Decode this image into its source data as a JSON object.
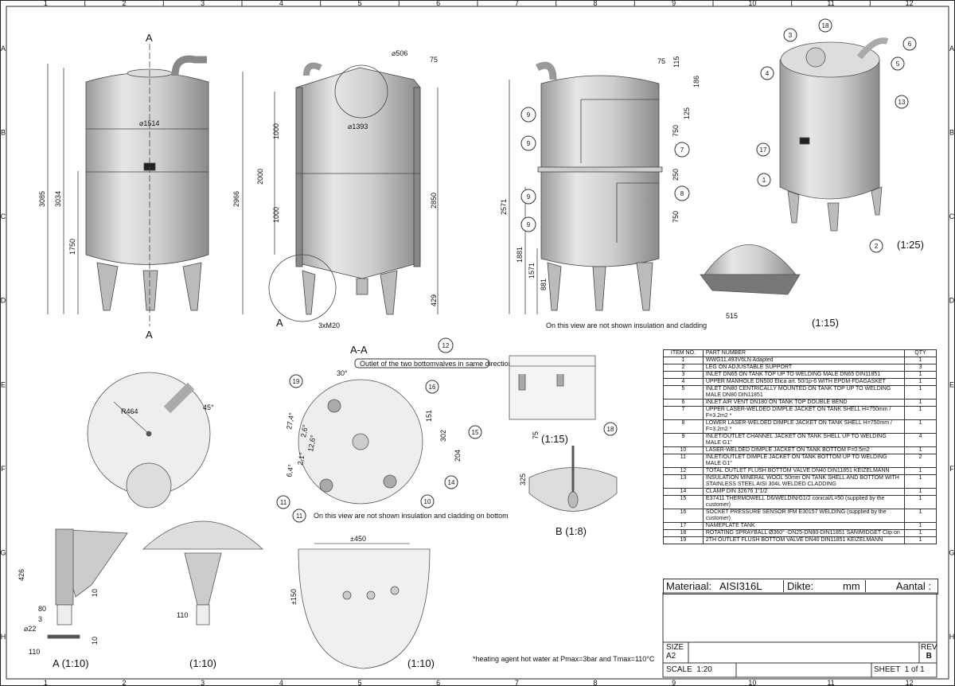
{
  "frame": {
    "columns": [
      "1",
      "2",
      "3",
      "4",
      "5",
      "6",
      "7",
      "8",
      "9",
      "10",
      "11",
      "12"
    ],
    "rows": [
      "A",
      "B",
      "C",
      "D",
      "E",
      "F",
      "G",
      "H"
    ]
  },
  "view_front": {
    "section_mark": "A",
    "dia": "⌀1514",
    "h1": "3085",
    "h2": "3034",
    "h3": "1750"
  },
  "view_section": {
    "dia_top": "⌀506",
    "d75": "75",
    "dia": "⌀1393",
    "d1000a": "1000",
    "d2000": "2000",
    "d1000b": "1000",
    "h2966": "2966",
    "h2850": "2850",
    "d429": "429",
    "bolts": "3xM20",
    "mark": "A"
  },
  "view_side": {
    "d75": "75",
    "d115": "115",
    "d186": "186",
    "d125": "125",
    "d750a": "750",
    "d250": "250",
    "d750b": "750",
    "h2571": "2571",
    "h1881": "1881",
    "h1571": "1571",
    "h881": "881",
    "note": "On this view are not shown insulation and cladding",
    "balloons": [
      "9",
      "9",
      "9",
      "9",
      "7",
      "8",
      "12"
    ]
  },
  "view_iso": {
    "balloons": [
      "3",
      "18",
      "6",
      "4",
      "5",
      "13",
      "17",
      "1",
      "2"
    ],
    "scale": "(1:25)"
  },
  "detail_115": {
    "scale": "(1:15)",
    "dim": "515"
  },
  "view_top": {
    "radius": "R464",
    "angle": "45°"
  },
  "section_aa": {
    "title": "A-A",
    "callout": "Outlet of the two bottomvalves in same direction",
    "angle": "30°",
    "a1": "27,4°",
    "a2": "2,6°",
    "a3": "12,6°",
    "a4": "2,1°",
    "a5": "6,4°",
    "d151": "151",
    "d302": "302",
    "d204": "204",
    "balloons": [
      "19",
      "16",
      "15",
      "14",
      "10",
      "11",
      "11"
    ],
    "note": "On this view are not shown insulation and cladding on bottom"
  },
  "detail_b": {
    "scale_small": "(1:15)",
    "balloon": "18",
    "d75": "75",
    "d325": "325",
    "title": "B (1:8)"
  },
  "detail_leg": {
    "d426": "426",
    "d10a": "10",
    "d80": "80",
    "d3": "3",
    "dia22": "⌀22",
    "d10b": "10",
    "d110": "110",
    "title": "A (1:10)"
  },
  "detail_foot": {
    "d110": "110",
    "title": "(1:10)"
  },
  "detail_bottom": {
    "d450": "±450",
    "d150": "±150",
    "title": "(1:10)"
  },
  "footnote": "*heating agent hot water at Pmax=3bar and Tmax=110°C",
  "parts_table": {
    "headers": [
      "ITEM NO.",
      "PART NUMBER",
      "QTY"
    ],
    "rows": [
      [
        "1",
        "WWG11.493V6LN Adapted",
        "1"
      ],
      [
        "2",
        "LEG ON ADJUSTABLE SUPPORT",
        "3"
      ],
      [
        "3",
        "INLET DN65 ON TANK TOP UP TO WELDING MALE DN65 DIN11851",
        "1"
      ],
      [
        "4",
        "UPPER MANHOLE DN500 Elica art. 50/1p-6 WITH EPDM-FDAGASKET",
        "1"
      ],
      [
        "5",
        "INLET DN80 CENTRICALLY MOUNTED ON TANK TOP UP TO WELDING MALE DN80 DIN11851",
        "1"
      ],
      [
        "6",
        "INLET AIR VENT DN180 ON TANK TOP DOUBLE BEND",
        "1"
      ],
      [
        "7",
        "UPPER LASER-WELDED DIMPLE JACKET ON TANK SHELL H=750mm / F=3.2m2 *",
        "1"
      ],
      [
        "8",
        "LOWER LASER-WELDED DIMPLE JACKET ON TANK SHELL H=750mm / F=3.2m2 *",
        "1"
      ],
      [
        "9",
        "INLET/OUTLET CHANNEL JACKET ON TANK SHELL UP TO WELDING MALE G1\"",
        "4"
      ],
      [
        "10",
        "LASER-WELDED DIMPLE JACKET ON TANK BOTTOM F=0.5m2",
        "1"
      ],
      [
        "11",
        "INLET/OUTLET DIMPLE JACKET ON TANK BOTTOM UP TO WELDING MALE G1\"",
        "2"
      ],
      [
        "12",
        "TOTAL OUTLET FLUSH BOTTOM VALVE DN40 DIN11851 KEIZELMANN",
        "1"
      ],
      [
        "13",
        "INSULATION MINERAL WOOL 50mm ON TANK SHELL AND BOTTOM WITH STAINLESS STEEL AISI 304L WELDED CLADDING",
        "1"
      ],
      [
        "14",
        "CLAMP DIN 32676 1\"1/2",
        "1"
      ],
      [
        "15",
        "E37411 THERMOWELL D6/WELDIN/G1/2 conical/L=50  (supplied by the customer)",
        "1"
      ],
      [
        "16",
        "SOCKET PRESSURE SENSOR IFM E30157 WELDING (supplied by the customer)",
        "1"
      ],
      [
        "17",
        "NAMEPLATE TANK",
        "1"
      ],
      [
        "18",
        "ROTATING SPRAYBALL Ø360° -DN25-DN80-DIN11851 SANIMIDGET Clip on",
        "1"
      ],
      [
        "19",
        "2TH OUTLET FLUSH BOTTOM VALVE DN40 DIN11851 KEIZELMANN",
        "1"
      ]
    ]
  },
  "title_block": {
    "material_label": "Materiaal:",
    "material": "AISI316L",
    "thickness_label": "Dikte:",
    "thickness_unit": "mm",
    "quantity_label": "Aantal :",
    "size_label": "SIZE",
    "size": "A2",
    "rev_label": "REV",
    "rev": "B",
    "scale": "SCALE  1:20",
    "sheet": "SHEET  1 of 1"
  }
}
